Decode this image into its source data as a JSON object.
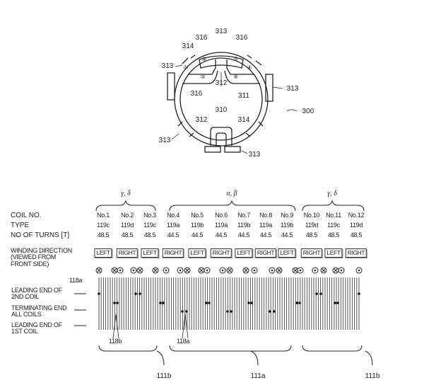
{
  "figure": {
    "ring_labels": {
      "top_313": "313",
      "l316": "316",
      "r316": "316",
      "l314": "314",
      "l313": "313",
      "r313": "313",
      "inner316": "316",
      "n311": "311",
      "n312": "312",
      "n310": "310",
      "b312": "312",
      "b314": "314",
      "bl313": "313",
      "b313": "313",
      "ref300": "300",
      "pos1": "①",
      "pos2": "②",
      "pos3": "③",
      "pos4": "④",
      "pos5": "⑤",
      "pos6": "⑥"
    },
    "groups": [
      {
        "label": "γ, δ"
      },
      {
        "label": "α, β"
      },
      {
        "label": "γ, δ"
      }
    ],
    "row_headers": {
      "coil_no": "COIL NO.",
      "type": "TYPE",
      "turns": "NO OF TURNS [T]",
      "winding": "WINDING DIRECTION (VIEWED FROM FRONT SIDE)"
    },
    "coils": [
      {
        "no": "No.1",
        "type": "119c",
        "turns": "48.5",
        "dir": "LEFT"
      },
      {
        "no": "No.2",
        "type": "119d",
        "turns": "48.5",
        "dir": "RIGHT"
      },
      {
        "no": "No.3",
        "type": "119c",
        "turns": "48.5",
        "dir": "LEFT"
      },
      {
        "no": "No.4",
        "type": "119a",
        "turns": "44.5",
        "dir": "RIGHT"
      },
      {
        "no": "No.5",
        "type": "119b",
        "turns": "44.5",
        "dir": "LEFT"
      },
      {
        "no": "No.6",
        "type": "119a",
        "turns": "44.5",
        "dir": "RIGHT"
      },
      {
        "no": "No.7",
        "type": "119b",
        "turns": "44.5",
        "dir": "LEFT"
      },
      {
        "no": "No.8",
        "type": "119a",
        "turns": "44.5",
        "dir": "RIGHT"
      },
      {
        "no": "No.9",
        "type": "119b",
        "turns": "44.5",
        "dir": "LEFT"
      },
      {
        "no": "No.10",
        "type": "119d",
        "turns": "48.5",
        "dir": "RIGHT"
      },
      {
        "no": "No.11",
        "type": "119c",
        "turns": "48.5",
        "dir": "LEFT"
      },
      {
        "no": "No.12",
        "type": "119d",
        "turns": "48.5",
        "dir": "RIGHT"
      }
    ],
    "side_labels": {
      "lead2": "LEADING END OF 2ND COIL",
      "term": "TERMINATING END ALL COILS",
      "lead1": "LEADING END OF 1ST COIL",
      "ref118a_top": "118a",
      "ref118b": "118b",
      "ref118a": "118a"
    },
    "bottom_labels": {
      "left": "111b",
      "mid": "111a",
      "right": "111b"
    },
    "current_symbols": [
      "x",
      "x",
      "o",
      "o",
      "x",
      "x",
      "o",
      "o",
      "x",
      "x",
      "o",
      "o",
      "x",
      "x",
      "o",
      "o",
      "x",
      "x",
      "o",
      "o",
      "x",
      "x",
      "o",
      "o"
    ]
  }
}
